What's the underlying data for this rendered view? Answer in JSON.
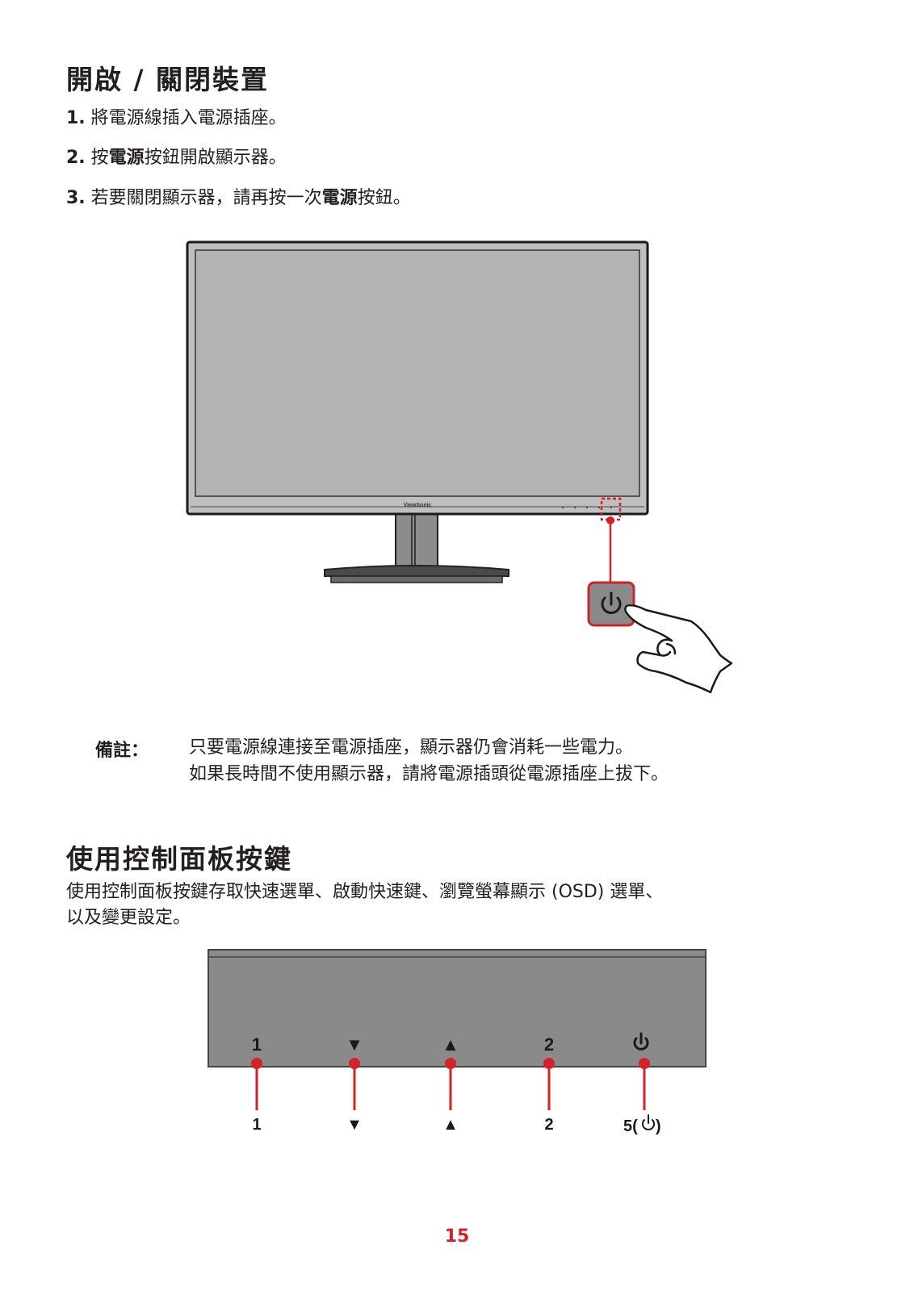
{
  "section1": {
    "title": "開啟 / 關閉裝置",
    "steps": [
      {
        "num": "1.",
        "text": " 將電源線插入電源插座。"
      },
      {
        "num": "2.",
        "pre": " 按",
        "bold": "電源",
        "post": "按鈕開啟顯示器。"
      },
      {
        "num": "3.",
        "pre": " 若要關閉顯示器，請再按一次",
        "bold": "電源",
        "post": "按鈕。"
      }
    ]
  },
  "monitor": {
    "brand": "ViewSonic"
  },
  "note": {
    "label": "備註：",
    "lines": [
      "只要電源線連接至電源插座，顯示器仍會消耗一些電力。",
      "如果長時間不使用顯示器，請將電源插頭從電源插座上拔下。"
    ]
  },
  "section2": {
    "title": "使用控制面板按鍵",
    "body_line1": "使用控制面板按鍵存取快速選單、啟動快速鍵、瀏覽螢幕顯示 (OSD) 選單、",
    "body_line2": "以及變更設定。"
  },
  "panel": {
    "keys": [
      {
        "top": "1",
        "bottom": "1"
      },
      {
        "top": "▼",
        "bottom": "▼"
      },
      {
        "top": "▲",
        "bottom": "▲"
      },
      {
        "top": "2",
        "bottom": "2"
      },
      {
        "top": "power-icon",
        "bottom": "5("
      }
    ],
    "bottom_suffix": ")"
  },
  "page_number": "15",
  "colors": {
    "accent_red": "#d2232a",
    "panel_gray": "#8a8a8a"
  }
}
